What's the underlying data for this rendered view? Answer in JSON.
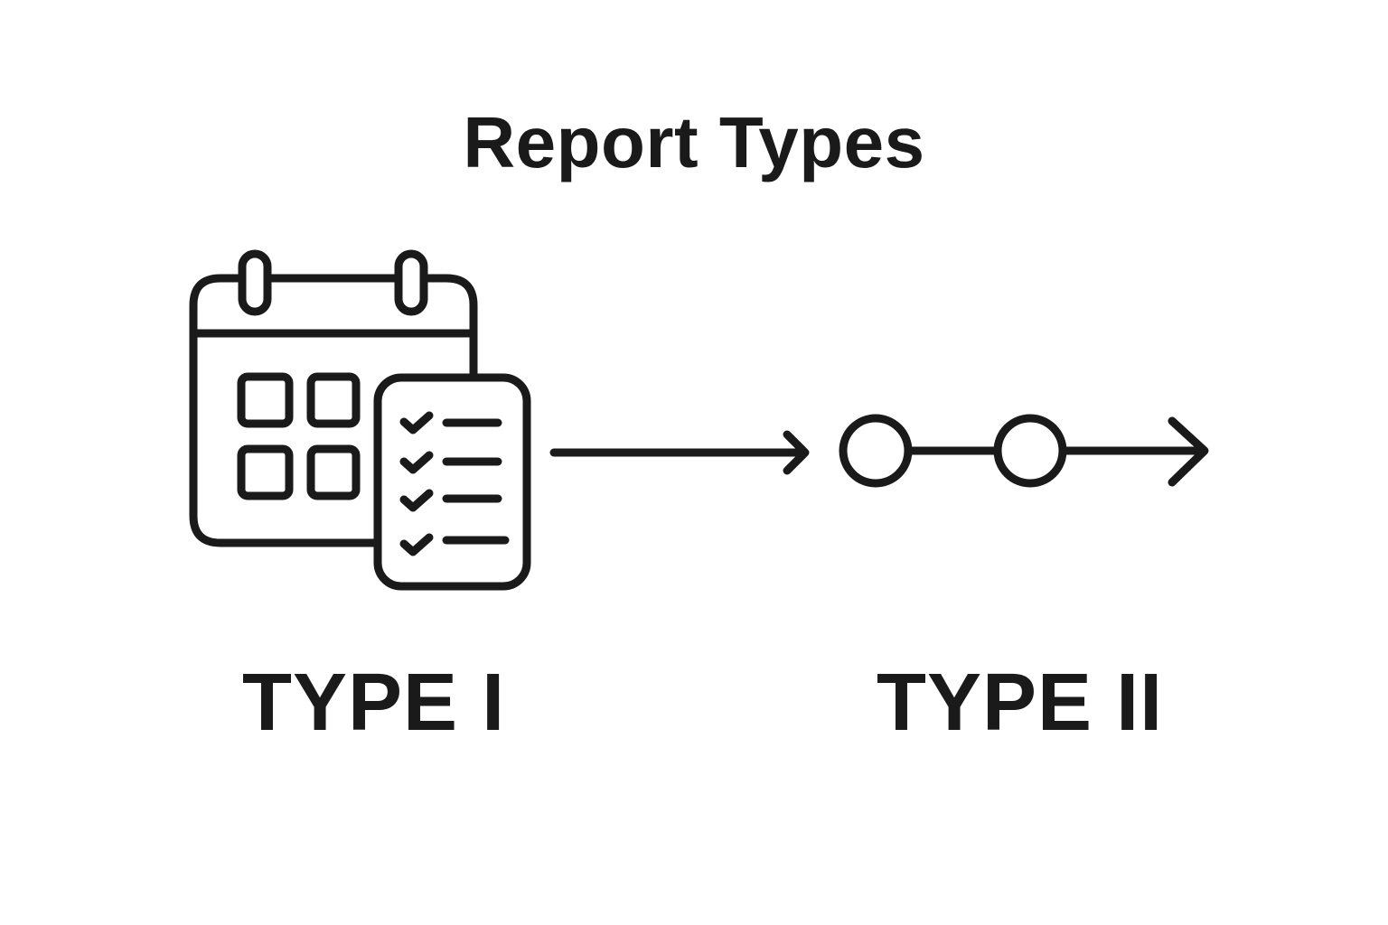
{
  "title": "Report Types",
  "labels": {
    "type1": "TYPE I",
    "type2": "TYPE II"
  },
  "icons": {
    "type1": "calendar-with-checklist-icon",
    "connector": "arrow-right-icon",
    "type2": "timeline-nodes-arrow-icon"
  },
  "colors": {
    "stroke": "#1a1a1a",
    "background": "#ffffff"
  }
}
